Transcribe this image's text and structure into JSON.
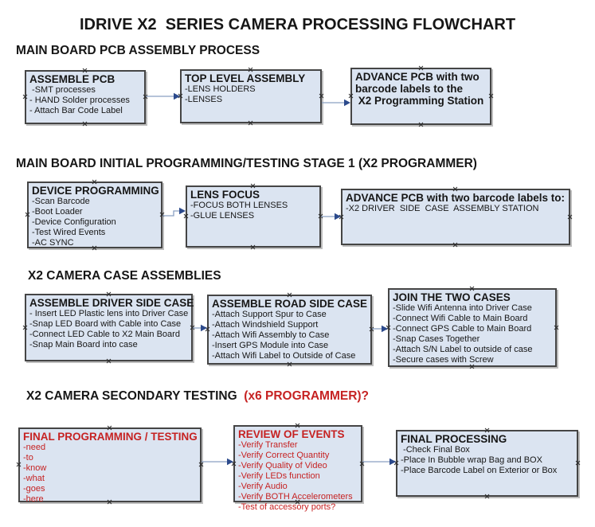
{
  "title": "IDRIVE X2  SERIES CAMERA PROCESSING FLOWCHART",
  "colors": {
    "text": "#161616",
    "red": "#c62222",
    "box_fill": "#dbe4f1",
    "box_border": "#454545",
    "arrow_line": "#8aa0c2",
    "arrow_head": "#2c4a8c"
  },
  "sections": [
    {
      "heading": "MAIN BOARD PCB ASSEMBLY PROCESS",
      "boxes": [
        {
          "title": "ASSEMBLE PCB",
          "lines": [
            " -SMT processes",
            "- HAND Solder processes",
            "- Attach Bar Code Label"
          ]
        },
        {
          "title": "TOP LEVEL ASSEMBLY",
          "lines": [
            "-LENS HOLDERS",
            "-LENSES"
          ]
        },
        {
          "title": "ADVANCE PCB with two\nbarcode labels to the\n X2 Programming Station",
          "lines": []
        }
      ]
    },
    {
      "heading": "MAIN BOARD INITIAL PROGRAMMING/TESTING STAGE 1 (X2 PROGRAMMER)",
      "boxes": [
        {
          "title": "DEVICE PROGRAMMING",
          "lines": [
            "-Scan Barcode",
            "-Boot Loader",
            "-Device Configuration",
            "-Test Wired Events",
            "-AC SYNC"
          ]
        },
        {
          "title": "LENS FOCUS",
          "lines": [
            "-FOCUS BOTH LENSES",
            "-GLUE LENSES"
          ]
        },
        {
          "title": "ADVANCE PCB with two barcode labels to:",
          "lines": [
            "-X2 DRIVER  SIDE  CASE  ASSEMBLY STATION"
          ]
        }
      ]
    },
    {
      "heading": "X2 CAMERA CASE ASSEMBLIES",
      "boxes": [
        {
          "title": "ASSEMBLE DRIVER SIDE CASE",
          "lines": [
            "- Insert LED Plastic lens into Driver Case",
            "-Snap LED Board with Cable into Case",
            "-Connect LED Cable to X2 Main Board",
            "-Snap Main Board into case"
          ]
        },
        {
          "title": "ASSEMBLE ROAD SIDE CASE",
          "lines": [
            "-Attach Support Spur to Case",
            "-Attach Windshield Support",
            "-Attach Wifi Assembly to Case",
            "-Insert GPS Module into Case",
            "-Attach Wifi Label to Outside of Case"
          ]
        },
        {
          "title": "JOIN THE TWO CASES",
          "lines": [
            "-Slide Wifi Antenna into Driver Case",
            "-Connect Wifi Cable to Main Board",
            "-Connect GPS Cable to Main Board",
            "-Snap Cases Together",
            "-Attach S/N Label to outside of case",
            "-Secure cases with Screw"
          ]
        }
      ]
    },
    {
      "heading": "X2 CAMERA SECONDARY TESTING",
      "heading_red": "  (x6 PROGRAMMER)?",
      "boxes": [
        {
          "title": "FINAL PROGRAMMING / TESTING",
          "lines": [
            "-need",
            "-to",
            "-know",
            "-what",
            "-goes",
            "-here"
          ]
        },
        {
          "title": "REVIEW OF EVENTS",
          "lines": [
            "-Verify Transfer",
            "-Verify Correct Quantity",
            "-Verify Quality of Video",
            "-Verify LEDs function",
            "-Verify Audio",
            "-Verify BOTH Accelerometers",
            "-Test of accessory ports?"
          ]
        },
        {
          "title": "FINAL PROCESSING",
          "lines": [
            " -Check Final Box",
            "-Place In Bubble wrap Bag and BOX",
            "-Place Barcode Label on Exterior or Box"
          ]
        }
      ]
    }
  ]
}
